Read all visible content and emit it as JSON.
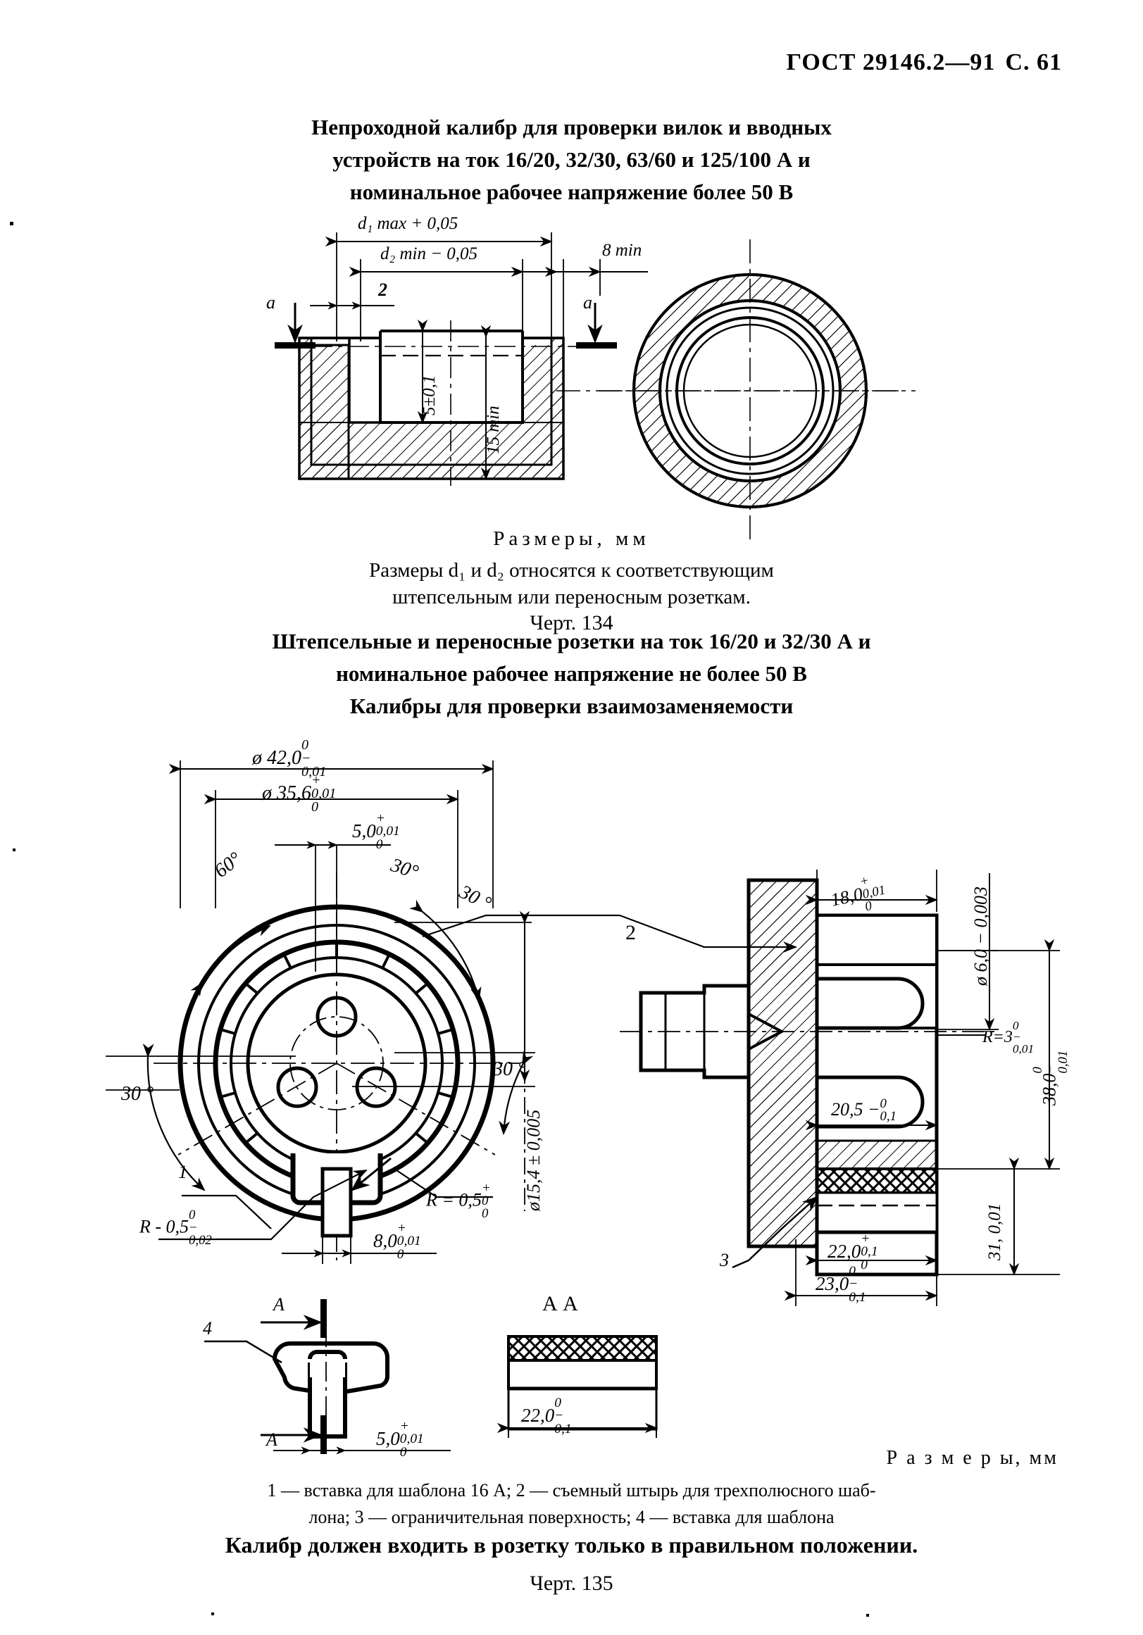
{
  "header": {
    "standard": "ГОСТ 29146.2—91",
    "page_label": "С.",
    "page_number": "61"
  },
  "title_1": {
    "line1": "Непроходной калибр  для проверки вилок и вводных",
    "line2": "устройств на ток 16/20, 32/30, 63/60 и 125/100 А и",
    "line3": "номинальное рабочее напряжение более 50 В"
  },
  "figure_134": {
    "dims": {
      "d1max": "d₁ max + 0,05",
      "d2min": "d₂ min − 0,05",
      "eight_min": "8 min",
      "two": "2",
      "five_pm": "5±0,1",
      "fifteen_min": "15 min",
      "section_left": "а",
      "section_right": "а"
    },
    "units_note": "Размеры,  мм",
    "note_line1": "Размеры d₁ и d₂ относятся    к соответствующим",
    "note_line2": "штепсельным или переносным розеткам.",
    "caption": "Черт. 134"
  },
  "title_2": {
    "line1": "Штепсельные и переносные розетки на ток 16/20 и 32/30 А и",
    "line2": "номинальное рабочее напряжение не более 50 В",
    "line3": "Калибры для проверки взаимозаменяемости"
  },
  "figure_135": {
    "front_view": {
      "d42": {
        "value": "ø 42,0",
        "sup": "0",
        "sub": "0,01",
        "sign": "−"
      },
      "d356": {
        "value": "ø 35,6",
        "sup": "0,01",
        "sub": "0",
        "sign": "+"
      },
      "w50": {
        "value": "5,0",
        "sup": "0,01",
        "sub": "0",
        "sign": "+"
      },
      "angle_60": "60°",
      "angle_30_top": "30°",
      "angle_30_upper_right": "30 °",
      "angle_30_right": "30 °",
      "angle_30_left": "30 °",
      "d154": "ø15,4 ± 0,005",
      "r05_right": {
        "value": "R = 0,5",
        "sup": "0",
        "sub": "0",
        "sign": "+"
      },
      "r05_left": {
        "value": "R - 0,5",
        "sup": "0",
        "sub": "0,02",
        "sign": "−"
      },
      "w80": {
        "value": "8,0",
        "sup": "0,01",
        "sub": "0",
        "sign": "+"
      },
      "callout_1": "1",
      "callout_2": "2"
    },
    "side_view": {
      "l18": {
        "value": "18,0",
        "sup": "0,01",
        "sub": "0",
        "sign": "+"
      },
      "d60": {
        "value": "ø 6,0 − 0,003",
        "sup": "0",
        "sub": ""
      },
      "r3": {
        "value": "R=3",
        "sup": "0",
        "sub": "0,01",
        "sign": "−"
      },
      "h38": {
        "value": "38,0",
        "sup": "0",
        "sub": "0,01",
        "sign": "−"
      },
      "l205": {
        "value": "20,5 −",
        "sup": "0",
        "sub": "0,1"
      },
      "h31": {
        "value": "31, 0,01",
        "sup": "0",
        "sub": ""
      },
      "l22": {
        "value": "22,0",
        "sup": "0,1",
        "sub": "0",
        "sign": "+"
      },
      "l23": {
        "value": "23,0",
        "sup": "0",
        "sub": "0,1",
        "sign": "−"
      },
      "callout_3": "3"
    },
    "detail_view": {
      "callout_4": "4",
      "section_mark_top": "А",
      "section_mark_bottom": "А",
      "w50": {
        "value": "5,0",
        "sup": "0,01",
        "sub": "0",
        "sign": "+"
      }
    },
    "section_AA": {
      "title": "А   А",
      "w22": {
        "value": "22,0",
        "sup": "0",
        "sub": "0,1",
        "sign": "−"
      }
    },
    "units_note": "Р а з м е р ы, мм",
    "legend_line1": "1 — вставка для шаблона 16 А; 2 — съемный штырь для трехполюсного шаб-",
    "legend_line2": "лона; 3 — ограничительная поверхность; 4 — вставка для шаблона",
    "statement": "Калибр должен входить в розетку только в правильном положении.",
    "caption": "Черт. 135"
  }
}
